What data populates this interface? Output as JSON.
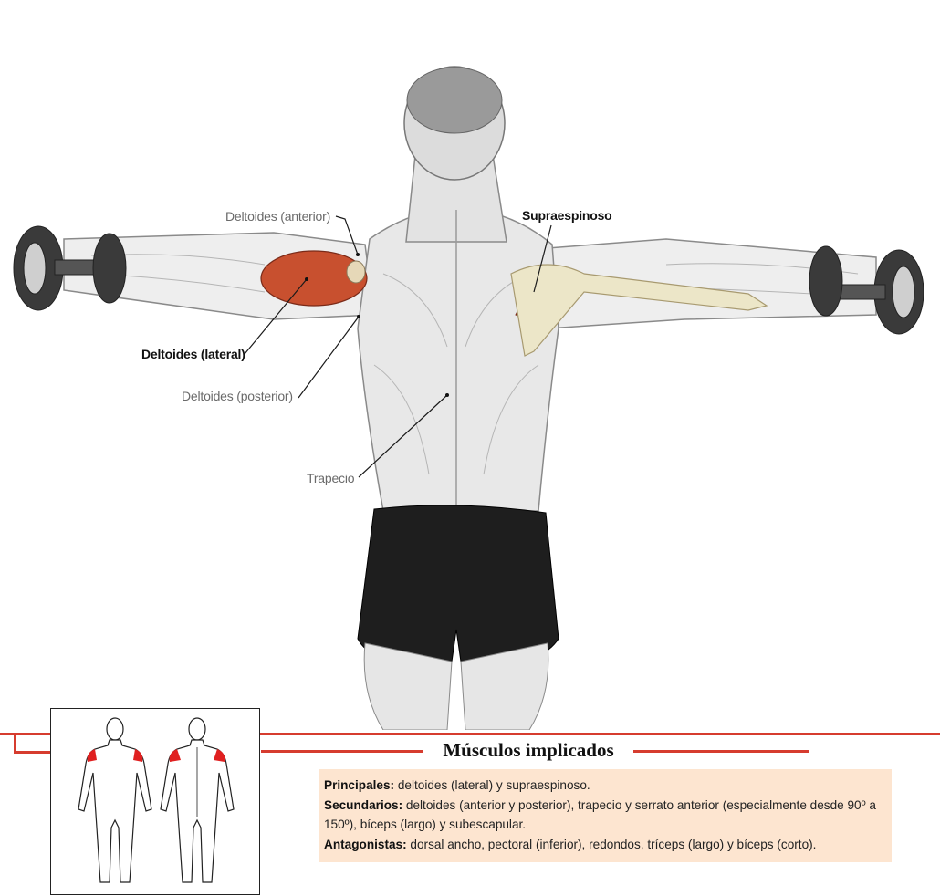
{
  "labels": {
    "deltoides_anterior": "Deltoides (anterior)",
    "supraespinoso": "Supraespinoso",
    "deltoides_lateral": "Deltoides (lateral)",
    "deltoides_posterior": "Deltoides (posterior)",
    "trapecio": "Trapecio"
  },
  "section": {
    "title": "Músculos implicados"
  },
  "muscles": {
    "principales_label": "Principales:",
    "principales_text": " deltoides (lateral) y supraespinoso.",
    "secundarios_label": "Secundarios:",
    "secundarios_text": " deltoides (anterior y posterior), trapecio y serrato anterior (especialmente desde 90º a 150º), bíceps (largo) y subescapular.",
    "antagonistas_label": "Antagonistas:",
    "antagonistas_text": " dorsal ancho, pectoral (inferior), redondos, tríceps (largo) y bíceps (corto)."
  },
  "colors": {
    "accent_red": "#d63c2f",
    "info_background": "#fde5d0",
    "muscle_highlight": "#c8502f"
  }
}
